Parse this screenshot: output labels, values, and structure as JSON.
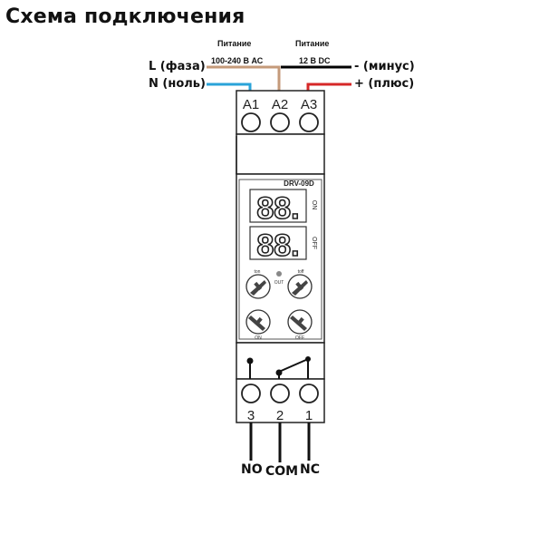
{
  "title": "Схема подключения",
  "power_ac": {
    "heading": "Питание",
    "value": "100-240 В АС"
  },
  "power_dc": {
    "heading": "Питание",
    "value": "12 В DC"
  },
  "wires": {
    "l_phase": "L (фаза)",
    "n_neutral": "N (ноль)",
    "minus": "- (минус)",
    "plus": "+ (плюс)"
  },
  "top_terminals": [
    "A1",
    "A2",
    "A3"
  ],
  "bottom_terminals": [
    "3",
    "2",
    "1"
  ],
  "device": {
    "model": "DRV-09D",
    "display_on": "ON",
    "display_off": "OFF",
    "display_on_digits": "88.",
    "display_off_digits": "88.",
    "knob_ton": "ton",
    "knob_toff": "toff",
    "led_out": "OUT",
    "knob_on": "ON",
    "knob_off": "OFF"
  },
  "outputs": {
    "no": "NO",
    "com": "COM",
    "nc": "NC"
  },
  "colors": {
    "wire_l": "#c49a7a",
    "wire_n": "#2aa3d8",
    "wire_minus": "#000000",
    "wire_plus": "#d62828"
  }
}
